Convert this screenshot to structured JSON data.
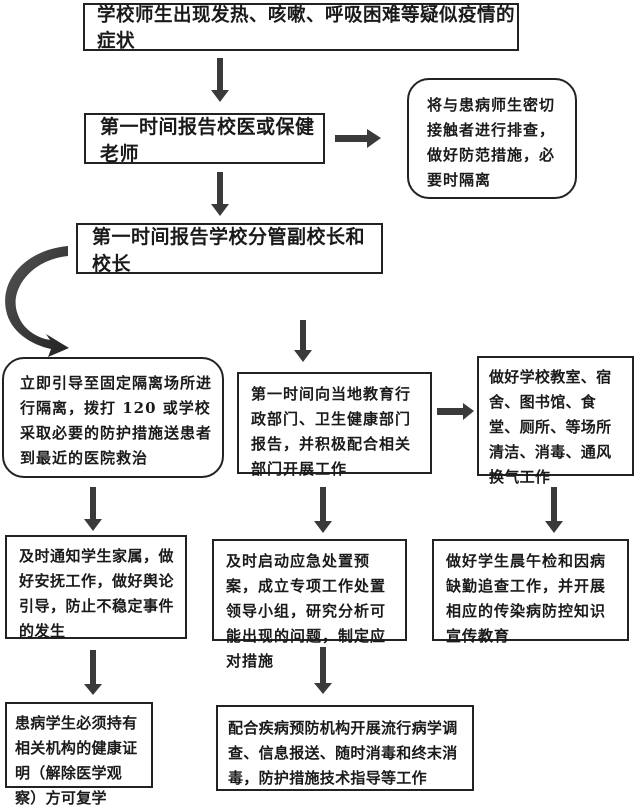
{
  "title": "学校疫情应急处置流程图",
  "colors": {
    "border": "#222222",
    "arrow": "#3a3a3a",
    "background": "#ffffff"
  },
  "nodes": {
    "symptoms": "学校师生出现发热、咳嗽、呼吸困难等疑似疫情的症状",
    "report_doctor": "第一时间报告校医或保健老师",
    "contact_screening": "将与患病师生密切接触者进行排查，做好防范措施，必要时隔离",
    "report_principal": "第一时间报告学校分管副校长和校长",
    "isolation": "立即引导至固定隔离场所进行隔离，拨打 120 或学校采取必要的防护措施送患者到最近的医院救治",
    "report_authorities": "第一时间向当地教育行政部门、卫生健康部门报告，并积极配合相关部门开展工作",
    "disinfection": "做好学校教室、宿舍、图书馆、食堂、厕所、等场所清洁、消毒、通风换气工作",
    "notify_family": "及时通知学生家属，做好安抚工作，做好舆论引导，防止不稳定事件的发生",
    "emergency_plan": "及时启动应急处置预案，成立专项工作处置领导小组，研究分析可能出现的问题，制定应对措施",
    "morning_check": "做好学生晨午检和因病缺勤追查工作，并开展相应的传染病防控知识宣传教育",
    "return_school": "患病学生必须持有相关机构的健康证明（解除医学观察）方可复学",
    "cdc_cooperation": "配合疾病预防机构开展流行病学调查、信息报送、随时消毒和终末消毒，防护措施技术指导等工作"
  }
}
